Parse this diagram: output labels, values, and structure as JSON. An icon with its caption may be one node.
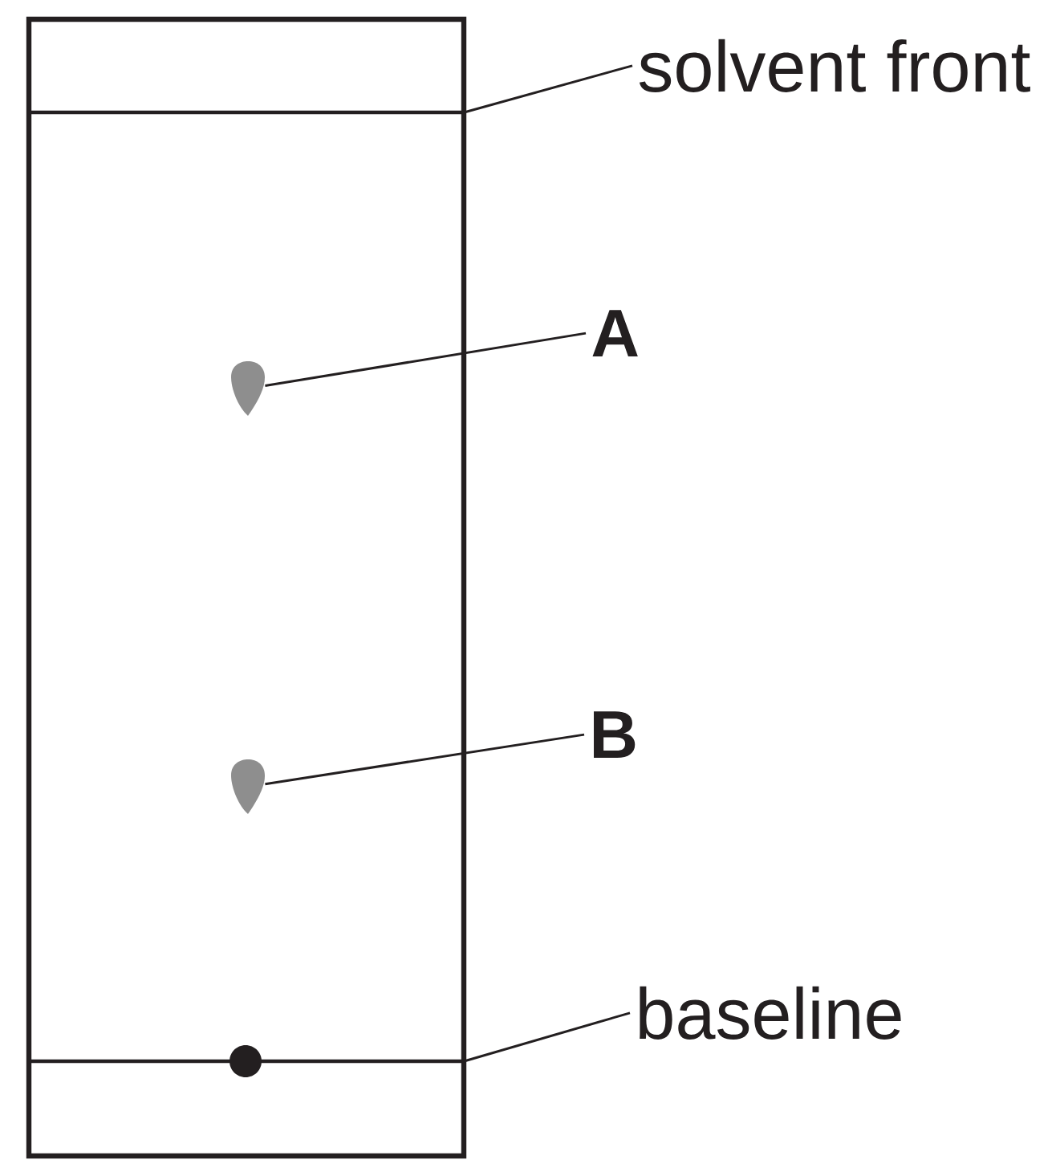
{
  "diagram": {
    "nodes": [
      {
        "text": [
          "solvent front"
        ]
      },
      {
        "text": [],
        "shape": "line"
      },
      {
        "text": [
          "A"
        ]
      },
      {
        "text": [],
        "shape": "drop"
      },
      {
        "text": [
          "B"
        ]
      },
      {
        "text": [],
        "shape": "drop"
      },
      {
        "text": [
          "baseline"
        ]
      },
      {
        "text": [],
        "shape": "line"
      }
    ],
    "edges": [
      {
        "from": 0,
        "to": 1,
        "arrow": "none"
      },
      {
        "from": 2,
        "to": 3,
        "arrow": "none"
      },
      {
        "from": 4,
        "to": 5,
        "arrow": "none"
      },
      {
        "from": 6,
        "to": 7,
        "arrow": "none"
      }
    ]
  }
}
